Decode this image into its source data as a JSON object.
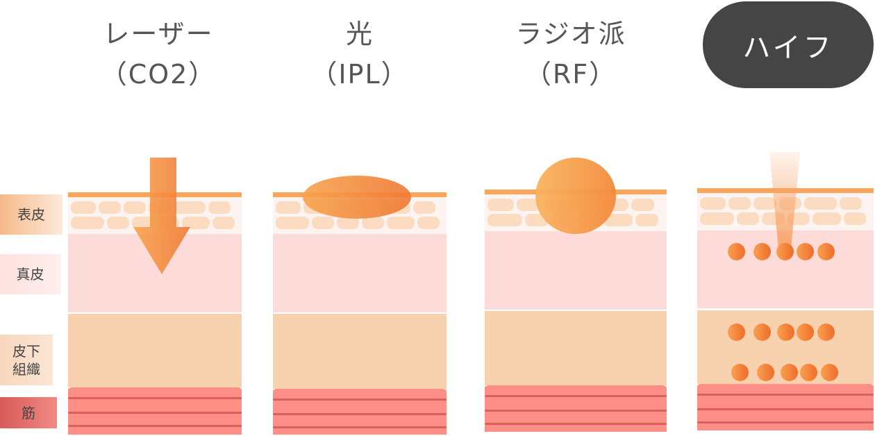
{
  "methods": [
    {
      "name": "レーザー",
      "sub": "（CO2）"
    },
    {
      "name": "光",
      "sub": "（IPL）"
    },
    {
      "name": "ラジオ派",
      "sub": "（RF）"
    },
    {
      "name": "ハイフ",
      "highlighted": true
    }
  ],
  "layers": {
    "epidermis": "表皮",
    "dermis": "真皮",
    "subcutaneous_line1": "皮下",
    "subcutaneous_line2": "組織",
    "muscle": "筋"
  },
  "colors": {
    "accent": "#f58a3c",
    "pill": "#454545"
  }
}
